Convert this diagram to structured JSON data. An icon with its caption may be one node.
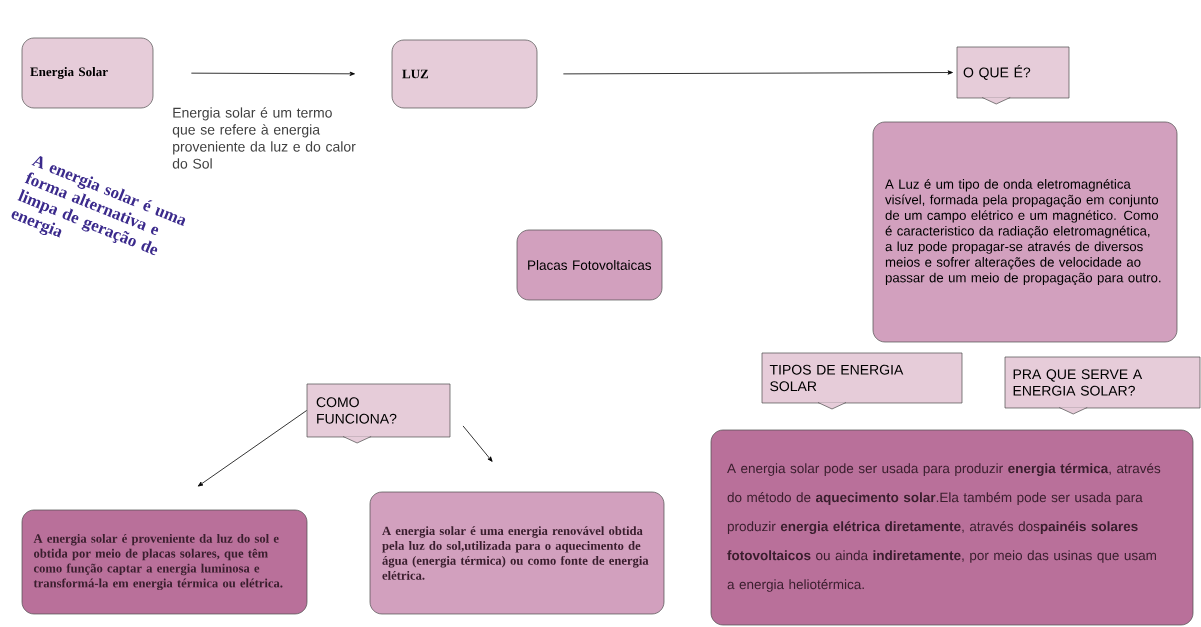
{
  "diagram": {
    "nodes": [
      {
        "text": [
          "Energia Solar"
        ]
      },
      {
        "text": [
          "LUZ"
        ]
      },
      {
        "text": [
          "O QUE É?"
        ]
      },
      {
        "text": [
          "A Luz é um tipo de onda eletromagnética visível, formada pela propagação em conjunto de um campo elétrico e um magnético. Como é caracteristico da radiação eletromagnética, a luz pode propagar-se através de diversos meios e sofrer alterações de velocidade ao passar de um meio de propagação para outro."
        ]
      },
      {
        "text": [
          "Placas Fotovoltaicas"
        ]
      },
      {
        "text": [
          "TIPOS DE ENERGIA SOLAR"
        ]
      },
      {
        "text": [
          "PRA QUE SERVE A ENERGIA SOLAR?"
        ]
      },
      {
        "text": [
          "A energia solar pode ser usada para produzir **energia térmica**, através do método de **aquecimento solar**.Ela também pode ser usada para produzir **energia elétrica diretamente**, através dos**painéis solares fotovoltaicos** ou ainda **indiretamente**, por meio das usinas que usam a energia heliotérmica."
        ]
      },
      {
        "text": [
          "COMO FUNCIONA?"
        ]
      },
      {
        "text": [
          "A energia solar é proveniente da luz do sol e obtida por meio de placas solares, que têm como função captar a energia luminosa e transformá-la em energia térmica ou elétrica."
        ]
      },
      {
        "text": [
          "A energia solar é uma energia renovável obtida pela luz do sol,utilizada para o aquecimento de água (energia térmica) ou como fonte de energia elétrica."
        ]
      }
    ],
    "edges": [
      {
        "from": 0,
        "to": 1,
        "arrow": "to"
      },
      {
        "from": 1,
        "to": 2,
        "arrow": "to"
      },
      {
        "from": 8,
        "to": 9,
        "arrow": "to"
      },
      {
        "from": 8,
        "to": 10,
        "arrow": "to"
      }
    ],
    "labels": [
      "Energia solar é um termo que se refere à energia proveniente da luz e do calor do Sol",
      "A energia solar é uma forma alternativa e limpa de geração de energia"
    ]
  }
}
